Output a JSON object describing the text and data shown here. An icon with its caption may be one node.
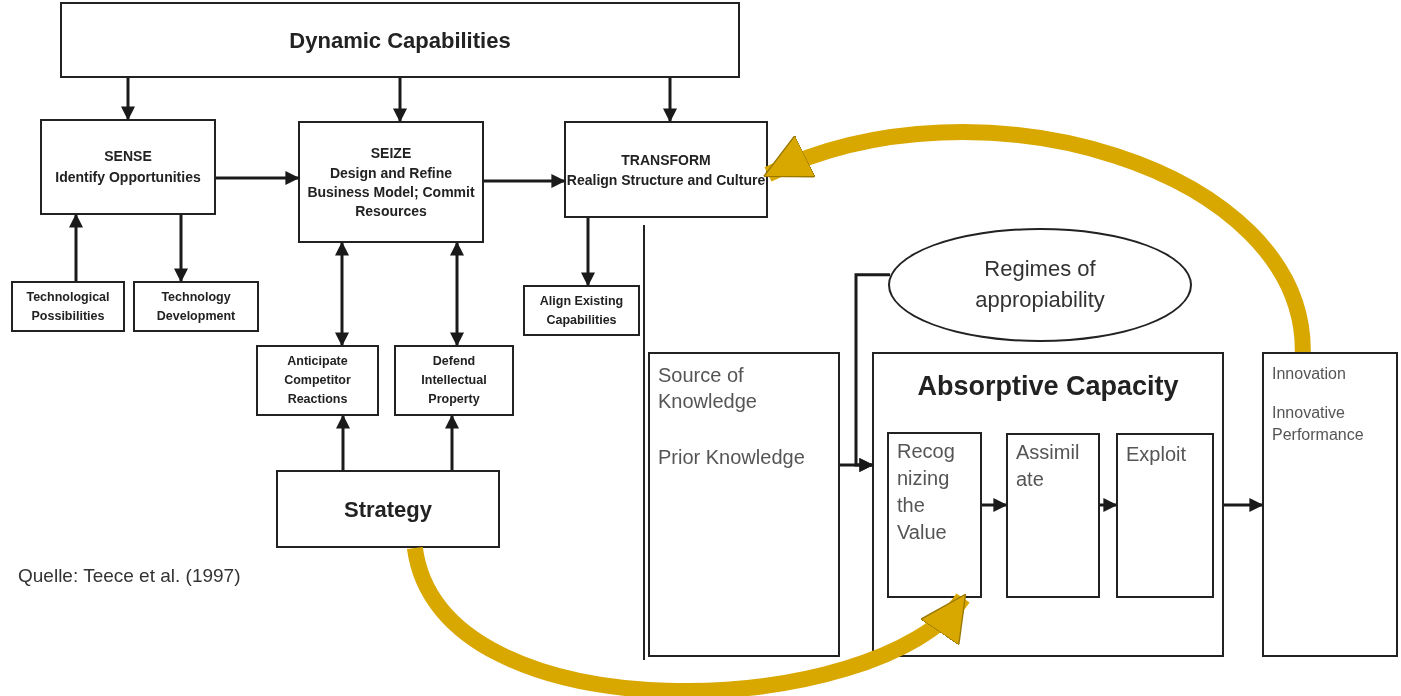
{
  "diagram": {
    "nodes": [
      {
        "text": [
          "Dynamic Capabilities"
        ]
      },
      {
        "text": [
          "SENSE",
          "Identify Opportunities"
        ]
      },
      {
        "text": [
          "SEIZE",
          "Design and Refine Business Model; Commit Resources"
        ]
      },
      {
        "text": [
          "TRANSFORM",
          "Realign Structure and Culture"
        ]
      },
      {
        "text": [
          "Technological Possibilities"
        ]
      },
      {
        "text": [
          "Technology Development"
        ]
      },
      {
        "text": [
          "Align Existing Capabilities"
        ]
      },
      {
        "text": [
          "Anticipate Competitor Reactions"
        ]
      },
      {
        "text": [
          "Defend Intellectual Property"
        ]
      },
      {
        "text": [
          "Strategy"
        ]
      },
      {
        "text": [
          "Regimes of appropiability"
        ]
      },
      {
        "text": [
          "Source of Knowledge",
          "Prior Knowledge"
        ]
      },
      {
        "text": [
          "Absorptive Capacity"
        ]
      },
      {
        "text": [
          "Recog nizing the Value"
        ],
        "in": 12
      },
      {
        "text": [
          "Assimil ate"
        ],
        "in": 12
      },
      {
        "text": [
          "Exploit"
        ],
        "in": 12
      },
      {
        "text": [
          "Innovation",
          "Innovative Performance"
        ]
      }
    ],
    "edges": [
      {
        "from": 0,
        "to": 1,
        "arrow": "to"
      },
      {
        "from": 0,
        "to": 2,
        "arrow": "to"
      },
      {
        "from": 0,
        "to": 3,
        "arrow": "to"
      },
      {
        "from": 1,
        "to": 2,
        "arrow": "to"
      },
      {
        "from": 2,
        "to": 3,
        "arrow": "to"
      },
      {
        "from": 4,
        "to": 1,
        "arrow": "to"
      },
      {
        "from": 1,
        "to": 5,
        "arrow": "to"
      },
      {
        "from": 3,
        "to": 6,
        "arrow": "to"
      },
      {
        "from": 2,
        "to": 7,
        "arrow": "both"
      },
      {
        "from": 2,
        "to": 8,
        "arrow": "both"
      },
      {
        "from": 9,
        "to": 7,
        "arrow": "to"
      },
      {
        "from": 9,
        "to": 8,
        "arrow": "to"
      },
      {
        "from": 11,
        "to": 12,
        "arrow": "to"
      },
      {
        "from": 10,
        "to": 12,
        "arrow": "to"
      },
      {
        "from": 13,
        "to": 14,
        "arrow": "to"
      },
      {
        "from": 14,
        "to": 15,
        "arrow": "to"
      },
      {
        "from": 12,
        "to": 16,
        "arrow": "to"
      },
      {
        "from": 9,
        "to": 13,
        "arrow": "to",
        "style": "thick",
        "color": "#d9a800"
      },
      {
        "from": 16,
        "to": 3,
        "arrow": "to",
        "style": "thick",
        "color": "#d9a800"
      }
    ],
    "labels": [
      "Quelle: Teece et al. (1997)"
    ]
  }
}
